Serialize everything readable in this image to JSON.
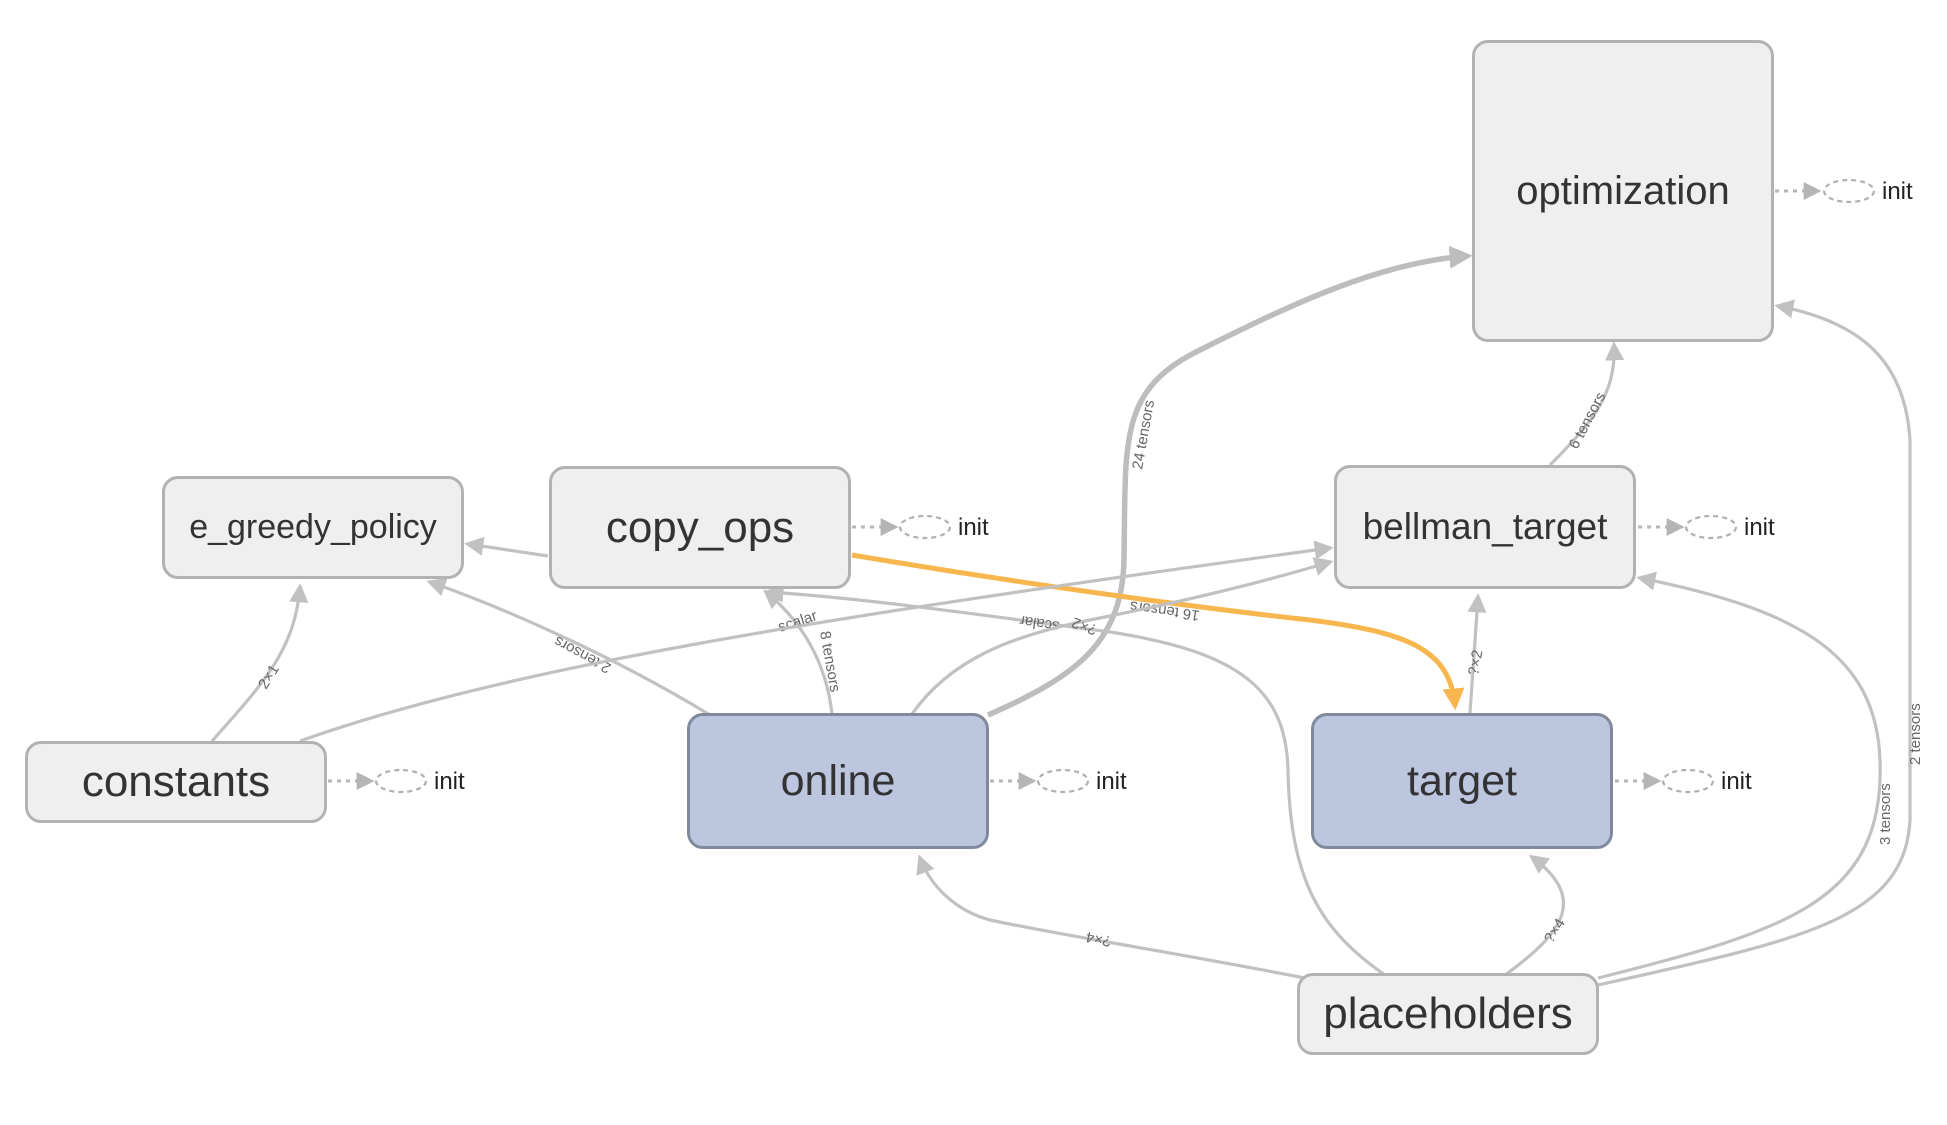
{
  "nodes": {
    "optimization": "optimization",
    "e_greedy_policy": "e_greedy_policy",
    "copy_ops": "copy_ops",
    "bellman_target": "bellman_target",
    "constants": "constants",
    "online": "online",
    "target": "target",
    "placeholders": "placeholders"
  },
  "init_label": "init",
  "edge_labels": {
    "online_to_optimization": "24 tensors",
    "bellman_to_optimization": "6 tensors",
    "online_to_egreedy": "2 tensors",
    "online_to_copyops_scalar": "scalar",
    "online_to_copyops_tensors": "8 tensors",
    "copyops_to_target": "16 tensors",
    "placeholders_to_copyops": "scalar",
    "online_to_bellman": "?×2",
    "target_to_bellman": "?×2",
    "constants_to_egreedy": "2×1",
    "placeholders_to_online": "?×4",
    "placeholders_to_target": "?×4",
    "placeholders_to_bellman": "3 tensors",
    "placeholders_to_optimization": "2 tensors"
  },
  "colors": {
    "namespace_fill": "#efefef",
    "namespace_border": "#b2b2b2",
    "selected_fill": "#bcc6de",
    "selected_border": "#7f8a9c",
    "edge": "#c1c1c1",
    "highlight_edge": "#f8b74e"
  }
}
